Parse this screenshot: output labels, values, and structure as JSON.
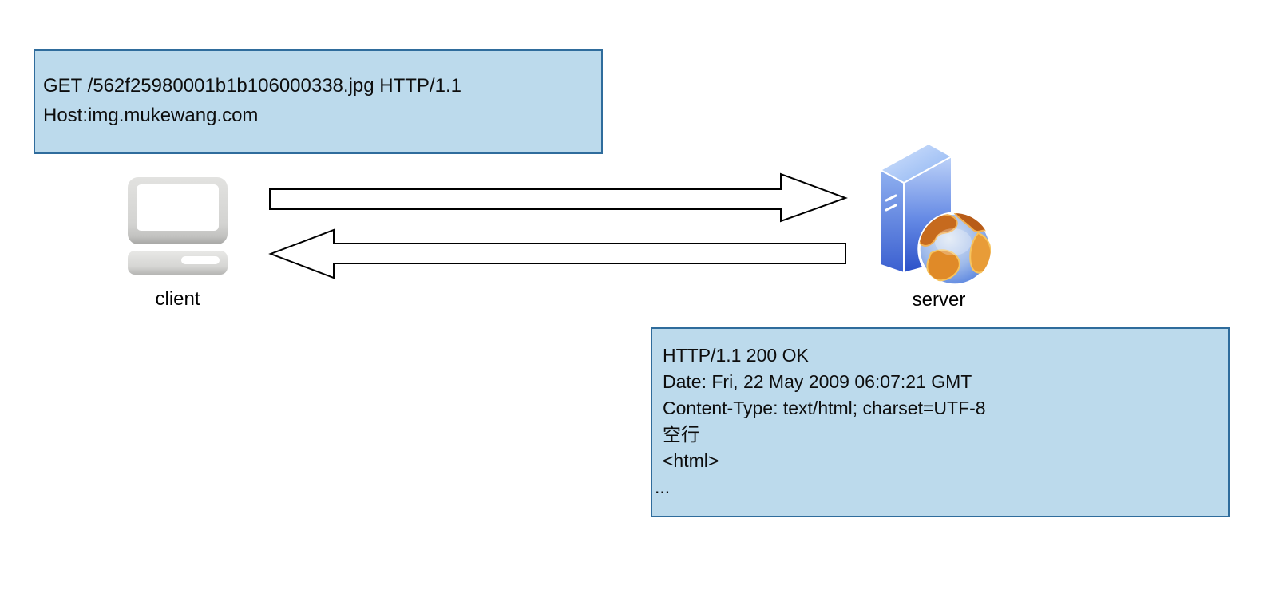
{
  "diagram": {
    "title_hint": "HTTP request/response flow between client and server",
    "request_box": {
      "lines": [
        "GET /562f25980001b1b106000338.jpg HTTP/1.1",
        "Host:img.mukewang.com"
      ]
    },
    "response_box": {
      "lines": [
        "HTTP/1.1 200 OK",
        "Date: Fri, 22 May 2009 06:07:21 GMT",
        "Content-Type: text/html; charset=UTF-8",
        "空行",
        "<html>",
        "..."
      ]
    },
    "client_label": "client",
    "server_label": "server",
    "icons": {
      "client": "computer-icon",
      "server": "server-tower-with-globe-icon",
      "request": "right-arrow-icon",
      "response": "left-arrow-icon"
    },
    "colors": {
      "box_fill": "#bcdaec",
      "box_border": "#2f6c9c",
      "arrow_fill": "#ffffff",
      "arrow_stroke": "#000000",
      "background": "#ffffff"
    }
  }
}
